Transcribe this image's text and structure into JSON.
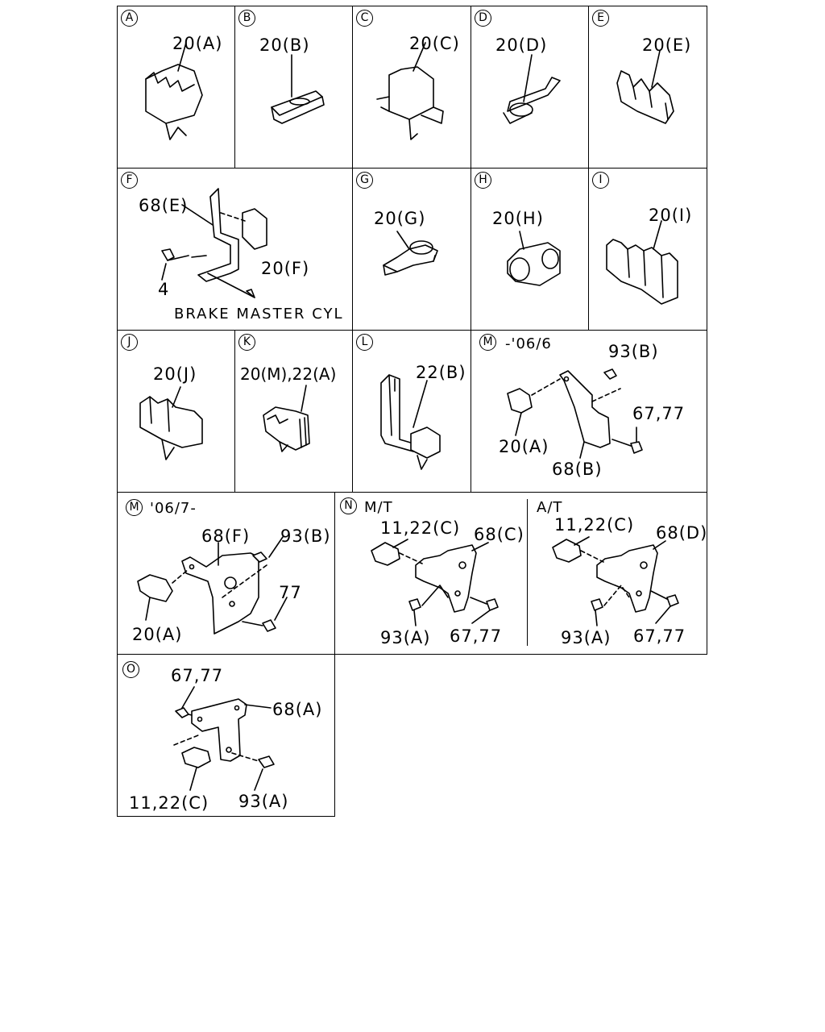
{
  "panels": [
    {
      "id": "A",
      "labels": [
        "20(A)"
      ]
    },
    {
      "id": "B",
      "labels": [
        "20(B)"
      ]
    },
    {
      "id": "C",
      "labels": [
        "20(C)"
      ]
    },
    {
      "id": "D",
      "labels": [
        "20(D)"
      ]
    },
    {
      "id": "E",
      "labels": [
        "20(E)"
      ]
    },
    {
      "id": "F",
      "labels": [
        "68(E)",
        "20(F)",
        "4"
      ],
      "caption": "BRAKE MASTER CYL"
    },
    {
      "id": "G",
      "labels": [
        "20(G)"
      ]
    },
    {
      "id": "H",
      "labels": [
        "20(H)"
      ]
    },
    {
      "id": "I",
      "labels": [
        "20(I)"
      ]
    },
    {
      "id": "J",
      "labels": [
        "20(J)"
      ]
    },
    {
      "id": "K",
      "labels": [
        "20(M),22(A)"
      ]
    },
    {
      "id": "L",
      "labels": [
        "22(B)"
      ]
    },
    {
      "id": "M",
      "note": "-'06/6",
      "labels": [
        "93(B)",
        "67,77",
        "20(A)",
        "68(B)"
      ]
    },
    {
      "id": "M",
      "note": "'06/7-",
      "labels": [
        "68(F)",
        "93(B)",
        "77",
        "20(A)"
      ]
    },
    {
      "id": "N",
      "note_mt": "M/T",
      "note_at": "A/T",
      "labels_mt": [
        "11,22(C)",
        "68(C)",
        "93(A)",
        "67,77"
      ],
      "labels_at": [
        "11,22(C)",
        "68(D)",
        "93(A)",
        "67,77"
      ]
    },
    {
      "id": "O",
      "labels": [
        "67,77",
        "68(A)",
        "11,22(C)",
        "93(A)"
      ]
    }
  ]
}
